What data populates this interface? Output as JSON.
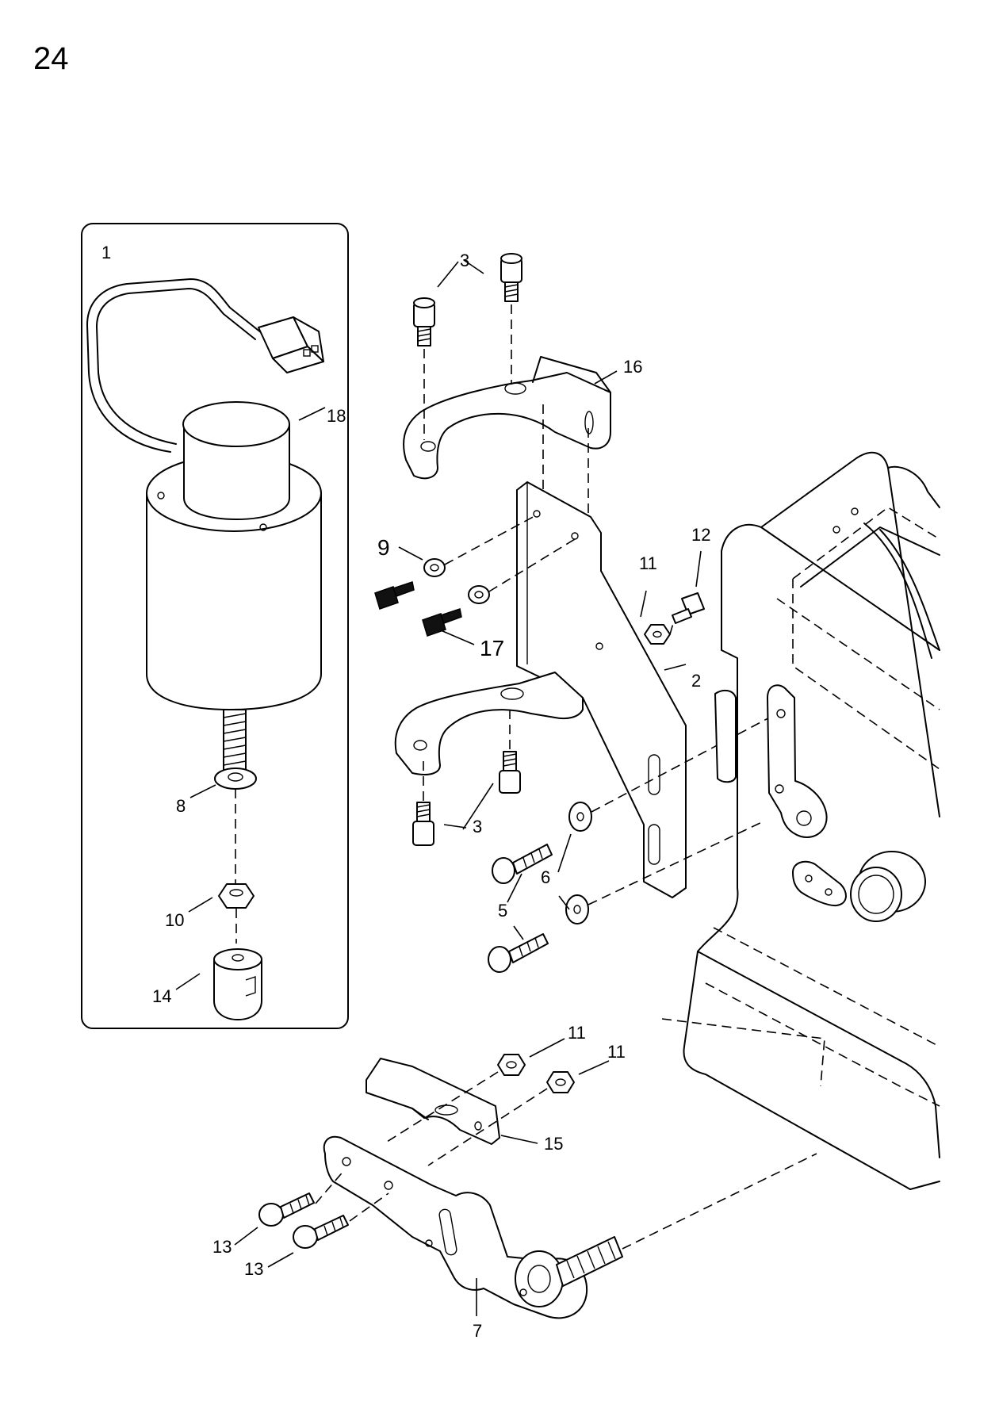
{
  "page_number": "24",
  "callouts": [
    {
      "id": "c1",
      "label": "1"
    },
    {
      "id": "c3a",
      "label": "3"
    },
    {
      "id": "c3b",
      "label": "3"
    },
    {
      "id": "c16",
      "label": "16"
    },
    {
      "id": "c18",
      "label": "18"
    },
    {
      "id": "c9",
      "label": "9"
    },
    {
      "id": "c17",
      "label": "17"
    },
    {
      "id": "c11a",
      "label": "11"
    },
    {
      "id": "c12",
      "label": "12"
    },
    {
      "id": "c2",
      "label": "2"
    },
    {
      "id": "c8",
      "label": "8"
    },
    {
      "id": "c6",
      "label": "6"
    },
    {
      "id": "c5",
      "label": "5"
    },
    {
      "id": "c10",
      "label": "10"
    },
    {
      "id": "c14",
      "label": "14"
    },
    {
      "id": "c11b",
      "label": "11"
    },
    {
      "id": "c11c",
      "label": "11"
    },
    {
      "id": "c15",
      "label": "15"
    },
    {
      "id": "c13a",
      "label": "13"
    },
    {
      "id": "c13b",
      "label": "13"
    },
    {
      "id": "c7",
      "label": "7"
    }
  ]
}
